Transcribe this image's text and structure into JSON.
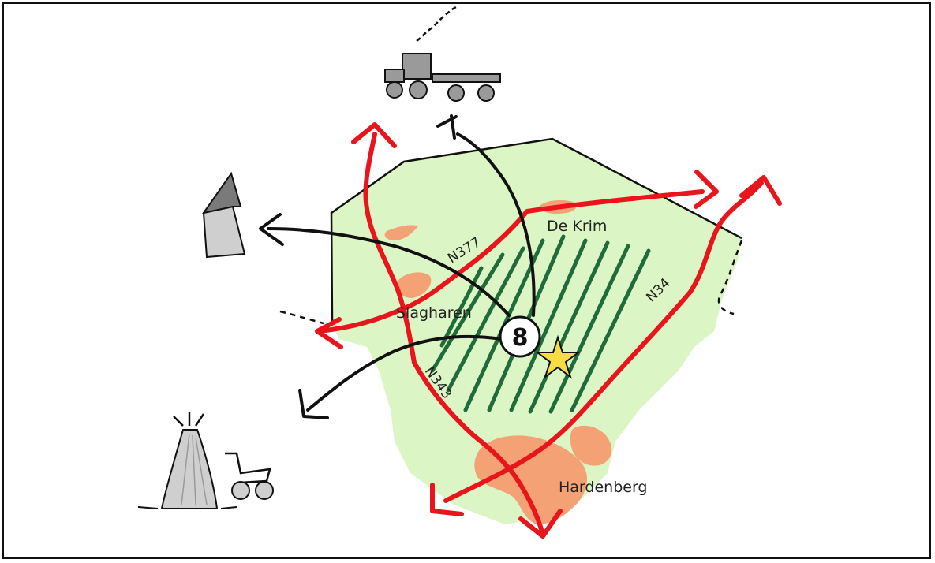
{
  "map": {
    "towns": {
      "de_krim": "De Krim",
      "slagharen": "Slagharen",
      "hardenberg": "Hardenberg"
    },
    "roads": {
      "n377": "N377",
      "n34": "N34",
      "n343": "N343"
    },
    "site_badge": "8",
    "icons": {
      "tractor": "tractor-trailer-icon",
      "building": "building-icon",
      "waste_bag": "waste-bag-icon",
      "cart": "cart-icon",
      "site_marker": "star-icon"
    },
    "colors": {
      "region_fill": "#dcf5c4",
      "town_fill": "#f4a275",
      "road": "#e8161c",
      "flow_arrow": "#111111",
      "field_stripes": "#1f6b3a",
      "star": "#f7dd43"
    }
  }
}
